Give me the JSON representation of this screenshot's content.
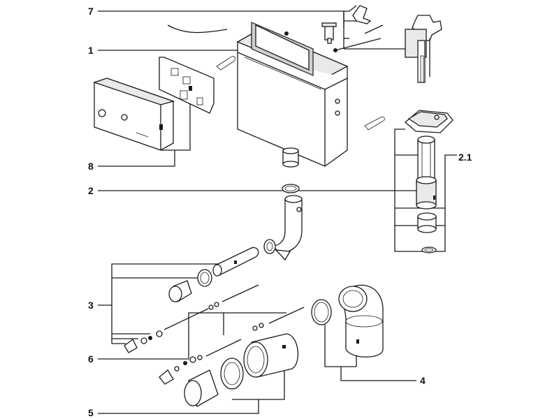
{
  "labels": {
    "l7": "7",
    "l1": "1",
    "l8": "8",
    "l2": "2",
    "l21": "2.1",
    "l3": "3",
    "l6": "6",
    "l4": "4",
    "l5": "5"
  }
}
